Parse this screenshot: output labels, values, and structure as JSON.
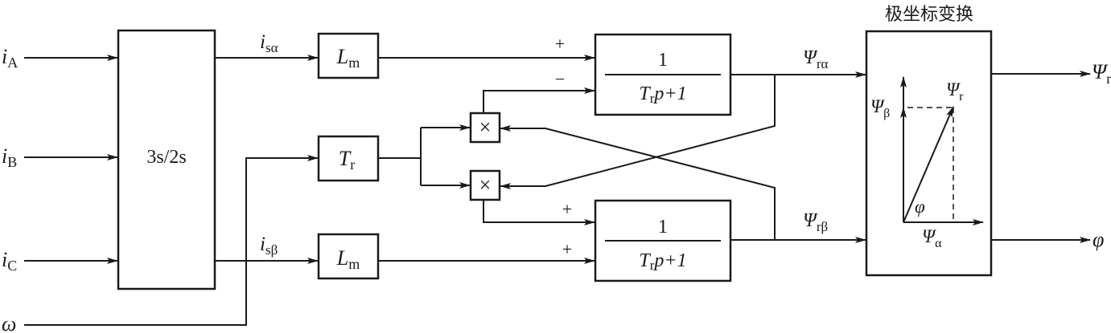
{
  "title": "极坐标变换",
  "inputs": {
    "iA": {
      "sym": "i",
      "sub": "A"
    },
    "iB": {
      "sym": "i",
      "sub": "B"
    },
    "iC": {
      "sym": "i",
      "sub": "C"
    },
    "omega": "ω"
  },
  "blocks": {
    "transform": "3s/2s",
    "lm_top": {
      "sym": "L",
      "sub": "m"
    },
    "lm_bottom": {
      "sym": "L",
      "sub": "m"
    },
    "tr": {
      "sym": "T",
      "sub": "r"
    },
    "multiplier_top": "×",
    "multiplier_bottom": "×",
    "tf_top": {
      "num": "1",
      "den_sym": "T",
      "den_sub": "r",
      "den_rest": "p+1"
    },
    "tf_bottom": {
      "num": "1",
      "den_sym": "T",
      "den_sub": "r",
      "den_rest": "p+1"
    }
  },
  "signals": {
    "isa": {
      "sym": "i",
      "sub": "sα"
    },
    "isb": {
      "sym": "i",
      "sub": "sβ"
    },
    "psi_ra": {
      "sym": "Ψ",
      "sub": "rα"
    },
    "psi_rb": {
      "sym": "Ψ",
      "sub": "rβ"
    }
  },
  "signs": {
    "top_plus": "+",
    "top_minus": "−",
    "bottom_plus1": "+",
    "bottom_plus2": "+"
  },
  "polar_box": {
    "psi_beta": {
      "sym": "Ψ",
      "sub": "β"
    },
    "psi_r": {
      "sym": "Ψ",
      "sub": "r"
    },
    "phi": "φ",
    "psi_alpha": {
      "sym": "Ψ",
      "sub": "α"
    }
  },
  "outputs": {
    "psi_r": {
      "sym": "Ψ",
      "sub": "r"
    },
    "phi": "φ"
  }
}
